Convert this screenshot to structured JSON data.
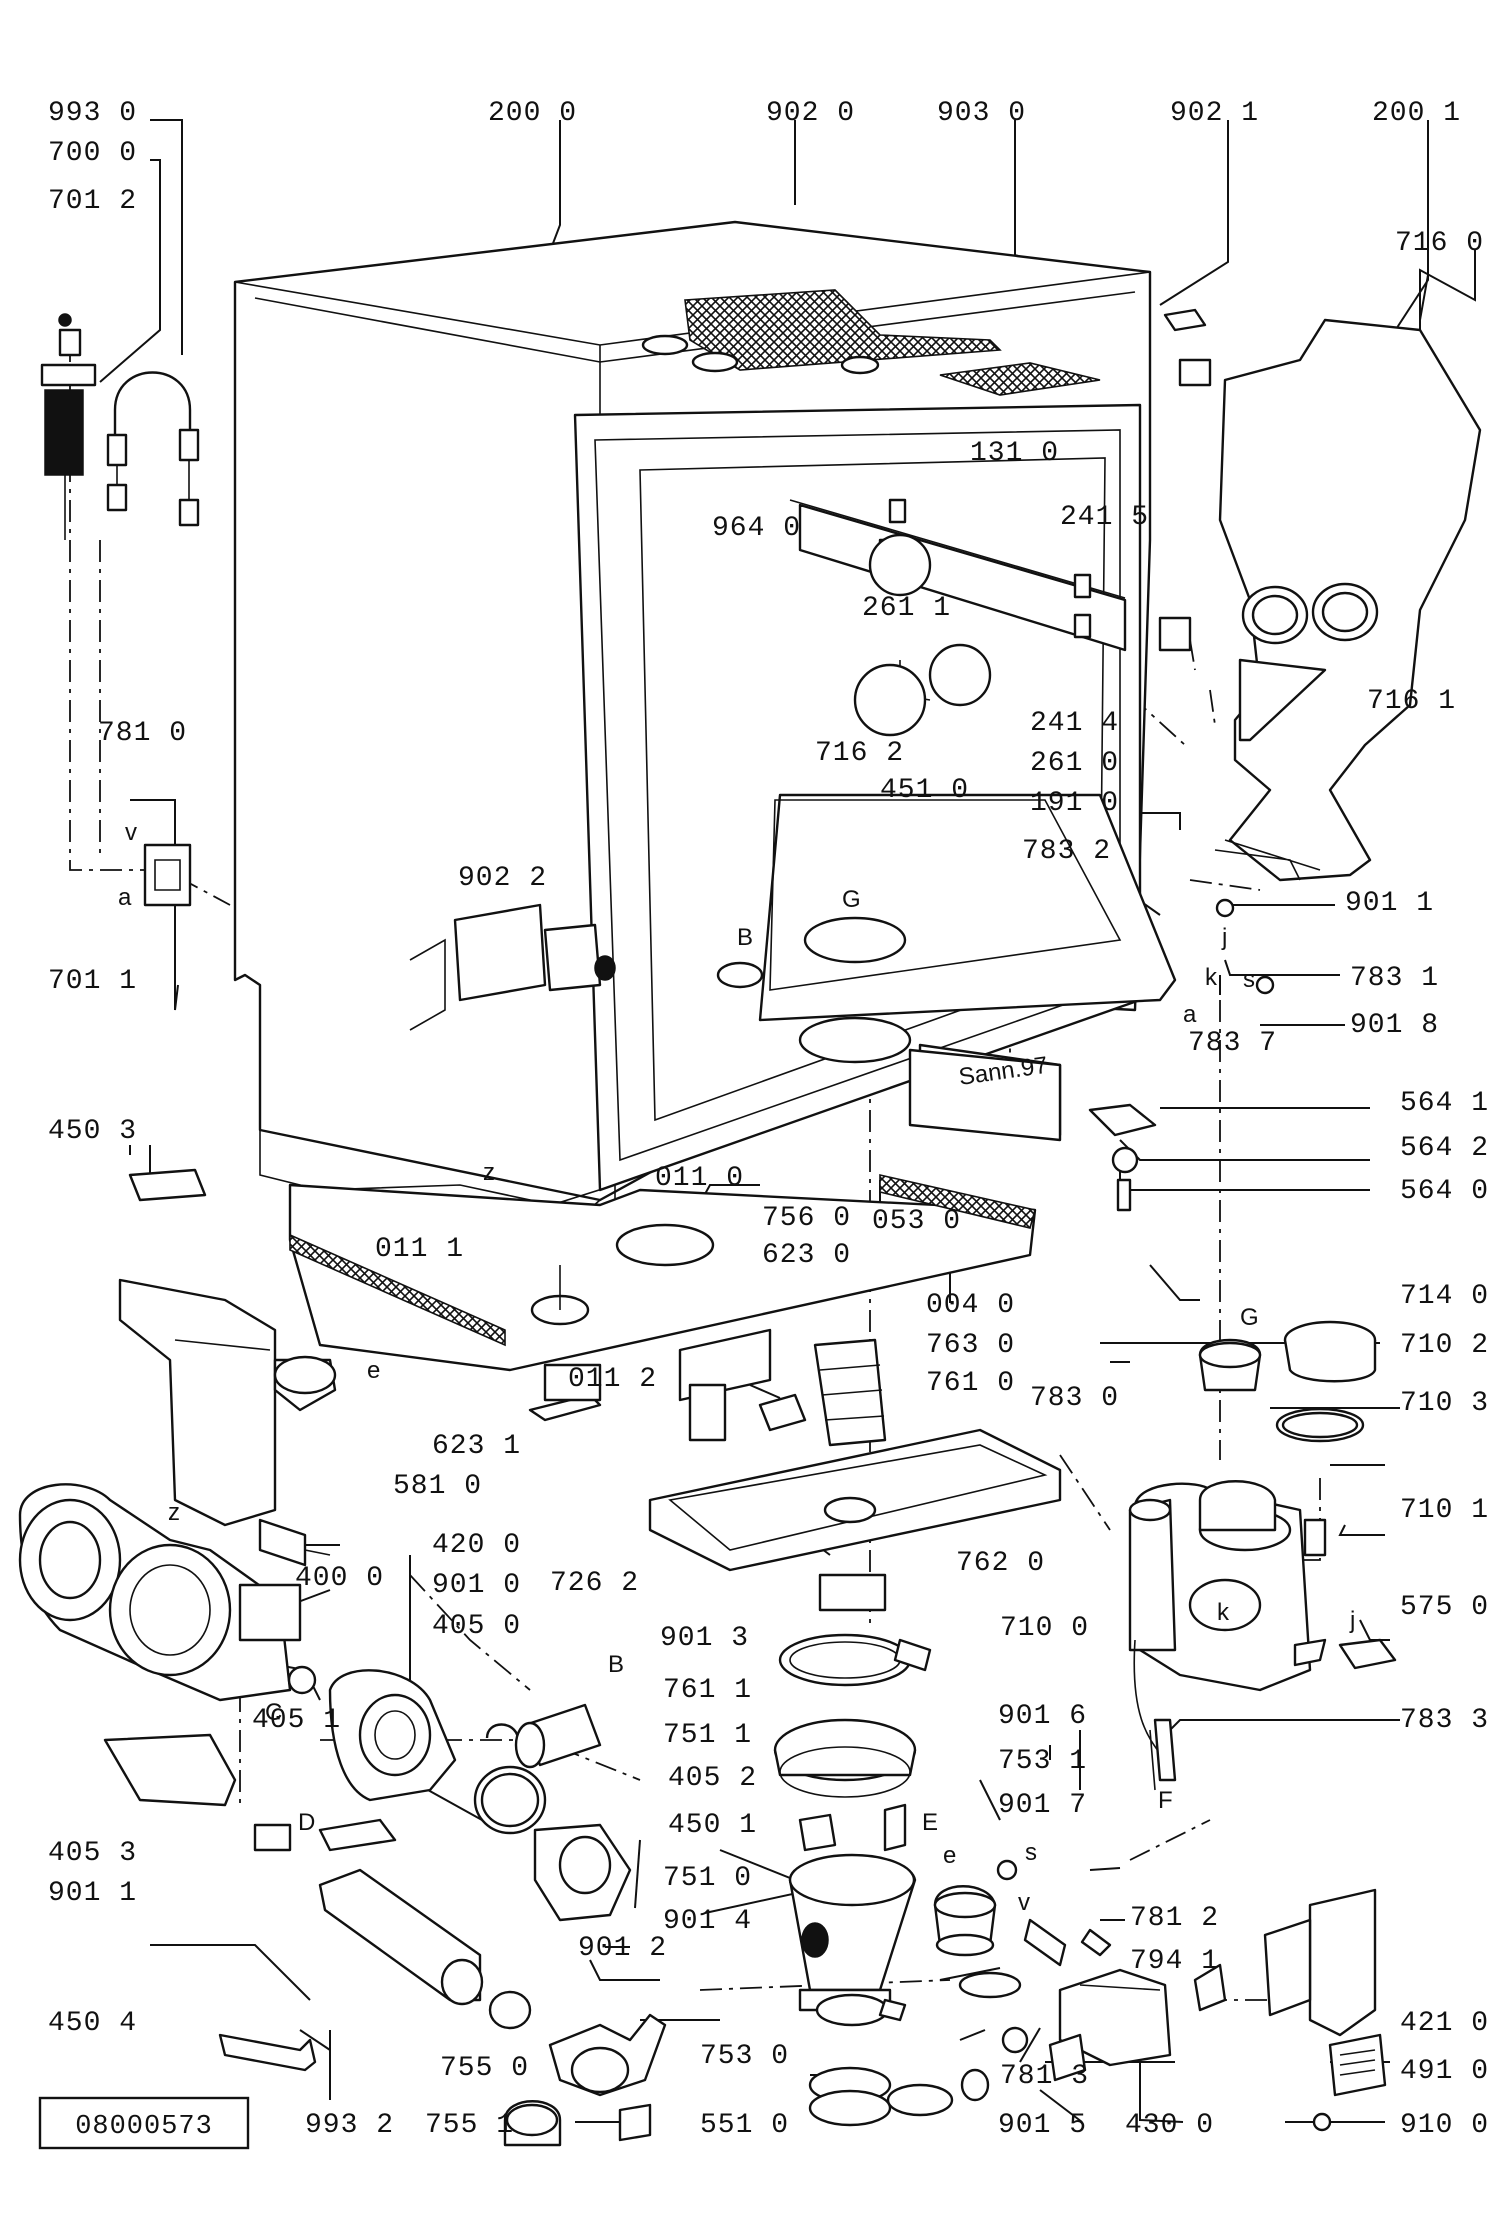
{
  "diagram": {
    "document_code": "08000573",
    "stamp_text": "Sann.97",
    "callouts": [
      {
        "id": "993-0",
        "text": "993 0"
      },
      {
        "id": "700-0",
        "text": "700 0"
      },
      {
        "id": "701-2",
        "text": "701 2"
      },
      {
        "id": "200-0",
        "text": "200 0"
      },
      {
        "id": "902-0",
        "text": "902 0"
      },
      {
        "id": "903-0",
        "text": "903 0"
      },
      {
        "id": "902-1",
        "text": "902 1"
      },
      {
        "id": "200-1",
        "text": "200 1"
      },
      {
        "id": "716-0",
        "text": "716 0"
      },
      {
        "id": "131-0",
        "text": "131 0"
      },
      {
        "id": "964-0",
        "text": "964 0"
      },
      {
        "id": "241-5",
        "text": "241 5"
      },
      {
        "id": "261-1",
        "text": "261 1"
      },
      {
        "id": "716-1",
        "text": "716 1"
      },
      {
        "id": "781-0",
        "text": "781 0"
      },
      {
        "id": "241-4",
        "text": "241 4"
      },
      {
        "id": "716-2",
        "text": "716 2"
      },
      {
        "id": "261-0",
        "text": "261 0"
      },
      {
        "id": "451-0",
        "text": "451 0"
      },
      {
        "id": "191-0",
        "text": "191 0"
      },
      {
        "id": "783-2",
        "text": "783 2"
      },
      {
        "id": "902-2",
        "text": "902 2"
      },
      {
        "id": "901-1-top",
        "text": "901 1"
      },
      {
        "id": "701-1",
        "text": "701 1"
      },
      {
        "id": "783-1",
        "text": "783 1"
      },
      {
        "id": "901-8",
        "text": "901 8"
      },
      {
        "id": "783-7",
        "text": "783 7"
      },
      {
        "id": "450-3",
        "text": "450 3"
      },
      {
        "id": "564-1",
        "text": "564 1"
      },
      {
        "id": "564-2",
        "text": "564 2"
      },
      {
        "id": "011-0",
        "text": "011 0"
      },
      {
        "id": "564-0",
        "text": "564 0"
      },
      {
        "id": "756-0",
        "text": "756 0"
      },
      {
        "id": "053-0",
        "text": "053 0"
      },
      {
        "id": "011-1",
        "text": "011 1"
      },
      {
        "id": "623-0",
        "text": "623 0"
      },
      {
        "id": "004-0",
        "text": "004 0"
      },
      {
        "id": "714-0",
        "text": "714 0"
      },
      {
        "id": "763-0",
        "text": "763 0"
      },
      {
        "id": "710-2",
        "text": "710 2"
      },
      {
        "id": "783-0",
        "text": "783 0"
      },
      {
        "id": "011-2",
        "text": "011 2"
      },
      {
        "id": "761-0",
        "text": "761 0"
      },
      {
        "id": "710-3",
        "text": "710 3"
      },
      {
        "id": "623-1",
        "text": "623 1"
      },
      {
        "id": "581-0",
        "text": "581 0"
      },
      {
        "id": "710-1",
        "text": "710 1"
      },
      {
        "id": "420-0",
        "text": "420 0"
      },
      {
        "id": "400-0",
        "text": "400 0"
      },
      {
        "id": "762-0",
        "text": "762 0"
      },
      {
        "id": "901-0",
        "text": "901 0"
      },
      {
        "id": "726-2",
        "text": "726 2"
      },
      {
        "id": "405-0",
        "text": "405 0"
      },
      {
        "id": "710-0",
        "text": "710 0"
      },
      {
        "id": "575-0",
        "text": "575 0"
      },
      {
        "id": "901-3",
        "text": "901 3"
      },
      {
        "id": "761-1",
        "text": "761 1"
      },
      {
        "id": "405-1",
        "text": "405 1"
      },
      {
        "id": "901-6",
        "text": "901 6"
      },
      {
        "id": "783-3",
        "text": "783 3"
      },
      {
        "id": "751-1",
        "text": "751 1"
      },
      {
        "id": "753-1",
        "text": "753 1"
      },
      {
        "id": "405-2",
        "text": "405 2"
      },
      {
        "id": "901-7",
        "text": "901 7"
      },
      {
        "id": "405-3",
        "text": "405 3"
      },
      {
        "id": "450-1",
        "text": "450 1"
      },
      {
        "id": "901-1-bottom",
        "text": "901 1"
      },
      {
        "id": "751-0",
        "text": "751 0"
      },
      {
        "id": "781-2",
        "text": "781 2"
      },
      {
        "id": "901-4",
        "text": "901 4"
      },
      {
        "id": "794-1",
        "text": "794 1"
      },
      {
        "id": "901-2",
        "text": "901 2"
      },
      {
        "id": "450-4",
        "text": "450 4"
      },
      {
        "id": "421-0",
        "text": "421 0"
      },
      {
        "id": "753-0",
        "text": "753 0"
      },
      {
        "id": "755-0",
        "text": "755 0"
      },
      {
        "id": "491-0",
        "text": "491 0"
      },
      {
        "id": "781-3",
        "text": "781 3"
      },
      {
        "id": "993-2",
        "text": "993 2"
      },
      {
        "id": "755-1",
        "text": "755 1"
      },
      {
        "id": "551-0",
        "text": "551 0"
      },
      {
        "id": "901-5",
        "text": "901 5"
      },
      {
        "id": "430-0",
        "text": "430 0"
      },
      {
        "id": "910-0",
        "text": "910 0"
      }
    ],
    "letter_markers": [
      {
        "id": "v-left",
        "text": "v"
      },
      {
        "id": "a-left",
        "text": "a"
      },
      {
        "id": "B-top",
        "text": "B"
      },
      {
        "id": "G-top",
        "text": "G"
      },
      {
        "id": "k-right",
        "text": "k"
      },
      {
        "id": "j-right",
        "text": "j"
      },
      {
        "id": "a-right",
        "text": "a"
      },
      {
        "id": "s-right",
        "text": "s"
      },
      {
        "id": "z-base",
        "text": "z"
      },
      {
        "id": "e-switch",
        "text": "e"
      },
      {
        "id": "G-right",
        "text": "G"
      },
      {
        "id": "z-pump",
        "text": "z"
      },
      {
        "id": "k-tank",
        "text": "k"
      },
      {
        "id": "j-tank",
        "text": "j"
      },
      {
        "id": "C-pump",
        "text": "C"
      },
      {
        "id": "B-pump",
        "text": "B"
      },
      {
        "id": "D-pump",
        "text": "D"
      },
      {
        "id": "E-sump",
        "text": "E"
      },
      {
        "id": "F-hose",
        "text": "F"
      },
      {
        "id": "e-valve",
        "text": "e"
      },
      {
        "id": "s-valve",
        "text": "s"
      },
      {
        "id": "v-valve",
        "text": "v"
      }
    ]
  }
}
